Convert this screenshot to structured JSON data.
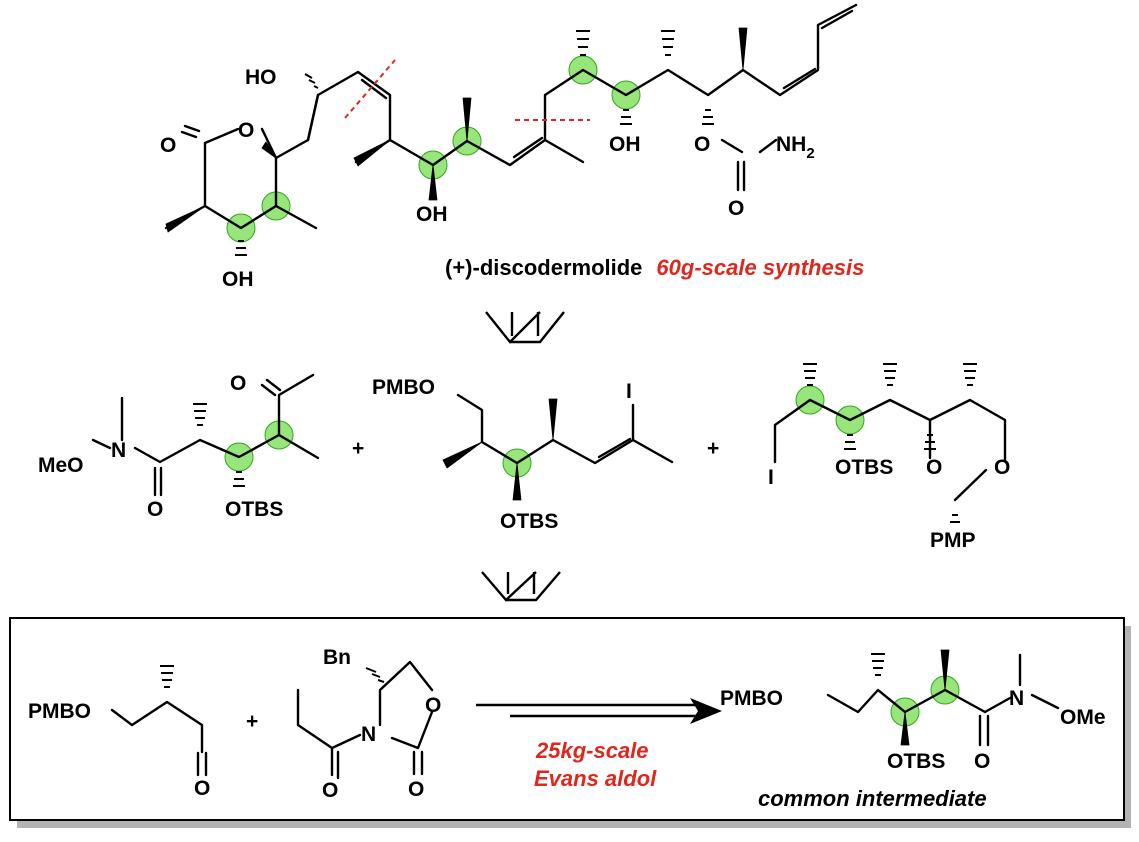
{
  "target": {
    "name": "(+)-discodermolide",
    "note": "60g-scale synthesis",
    "labels": {
      "ho_top": "HO",
      "ring_o_carbonyl": "O",
      "ring_o": "O",
      "oh_c3": "OH",
      "oh_c11": "OH",
      "oh_c17": "OH",
      "carbamate_o": "O",
      "carbamate_n": "NH",
      "carbamate_sub": "2",
      "carbamate_co": "O"
    }
  },
  "fragments": {
    "left": {
      "o_ketone": "O",
      "n": "N",
      "meo": "MeO",
      "o_amide": "O",
      "otbs": "OTBS"
    },
    "plus1": "+",
    "middle": {
      "pmbo": "PMBO",
      "iodo": "I",
      "otbs": "OTBS"
    },
    "plus2": "+",
    "right": {
      "iodo": "I",
      "otbs": "OTBS",
      "o_ring1": "O",
      "o_ring2": "O",
      "pmp": "PMP"
    }
  },
  "bottom": {
    "aldehyde": {
      "pmbo": "PMBO",
      "o": "O"
    },
    "plus": "+",
    "oxazolidinone": {
      "bn": "Bn",
      "n": "N",
      "o_ring": "O",
      "o_exo": "O",
      "o_acyl": "O"
    },
    "conditions": [
      "25kg-scale",
      "Evans aldol"
    ],
    "product": {
      "pmbo": "PMBO",
      "n": "N",
      "ome": "OMe",
      "otbs": "OTBS",
      "o": "O",
      "caption": "common intermediate"
    }
  },
  "colors": {
    "accent_red": "#e0261d",
    "highlight_green": "#7ee05a",
    "box_shadow": "#b3b3b3"
  }
}
